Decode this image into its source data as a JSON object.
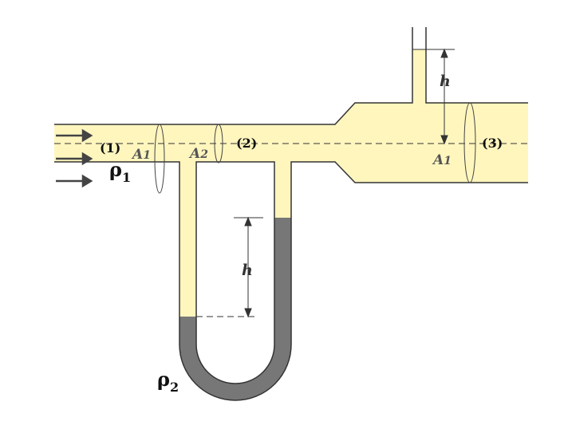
{
  "diagram": {
    "labels": {
      "section_1": "(1)",
      "section_2": "(2)",
      "section_3": "(3)",
      "area_inlet": "A",
      "area_inlet_sub": "1",
      "area_throat": "A",
      "area_throat_sub": "2",
      "area_outlet": "A",
      "area_outlet_sub": "1",
      "rho_fluid": "ρ",
      "rho_fluid_sub": "1",
      "rho_manometer": "ρ",
      "rho_manometer_sub": "2",
      "height_top": "h",
      "height_manometer": "h"
    },
    "colors": {
      "fluid": "#FFF6BE",
      "manometer_fluid": "#777777",
      "pipe_wall": "#333333",
      "arrow": "#444444"
    }
  }
}
